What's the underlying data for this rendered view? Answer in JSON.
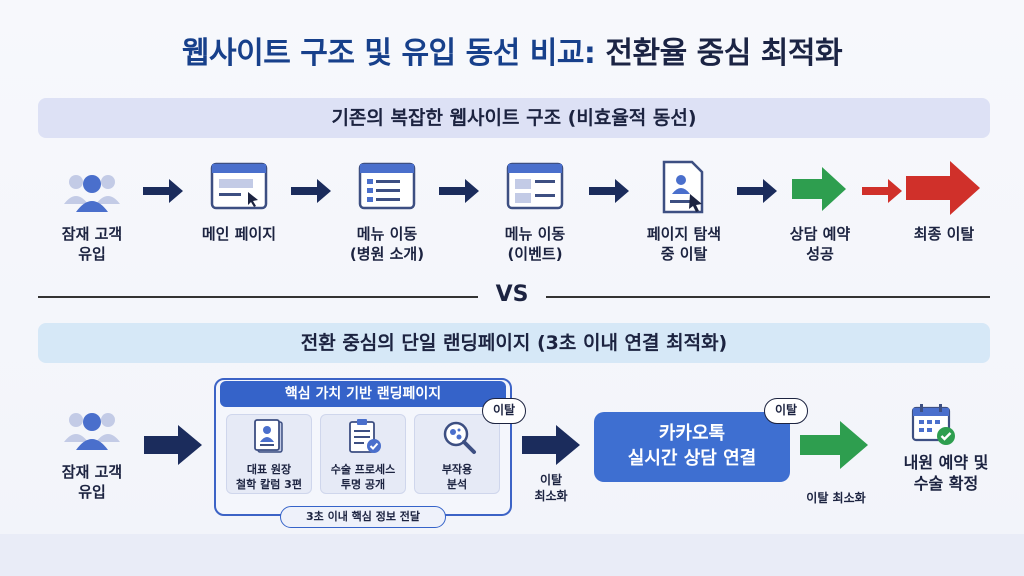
{
  "title": {
    "main": "웹사이트 구조 및 유입 동선 비교:",
    "sub": " 전환율 중심 최적화"
  },
  "section1": {
    "banner": "기존의 복잡한 웹사이트 구조 (비효율적 동선)",
    "steps": [
      {
        "label": "잠재 고객\n유입",
        "icon": "users-icon"
      },
      {
        "label": "메인 페이지",
        "icon": "browser-icon"
      },
      {
        "label": "메뉴 이동\n(병원 소개)",
        "icon": "menu-list-icon"
      },
      {
        "label": "메뉴 이동\n(이벤트)",
        "icon": "menu-grid-icon"
      },
      {
        "label": "페이지 탐색\n중 이탈",
        "icon": "document-search-icon"
      },
      {
        "label": "상담 예약\n성공",
        "icon": "green-arrow-icon"
      },
      {
        "label": "최종 이탈",
        "icon": "red-arrow-icon"
      }
    ]
  },
  "vs": "VS",
  "section2": {
    "banner": "전환 중심의 단일 랜딩페이지 (3초 이내 연결 최적화)",
    "visitor_label": "잠재 고객\n유입",
    "landing": {
      "header": "핵심 가치 기반 랜딩페이지",
      "cards": [
        {
          "label": "대표 원장\n철학 칼럼 3편",
          "icon": "doc-person-icon"
        },
        {
          "label": "수술 프로세스\n투명 공개",
          "icon": "checklist-icon"
        },
        {
          "label": "부작용\n분석",
          "icon": "magnifier-icon"
        }
      ],
      "footer": "3초 이내 핵심 정보 전달",
      "bubble": "이탈"
    },
    "arrow1_label": "이탈\n최소화",
    "kakao": {
      "line1": "카카오톡",
      "line2": "실시간 상담 연결",
      "bubble": "이탈"
    },
    "arrow2_label": "이탈 최소화",
    "final": {
      "line1": "내원 예약 및",
      "line2": "수술 확정",
      "icon": "calendar-check-icon"
    }
  },
  "colors": {
    "navy": "#1b2c5c",
    "blue": "#3563c9",
    "green": "#2e9e4f",
    "red": "#d0302a"
  }
}
